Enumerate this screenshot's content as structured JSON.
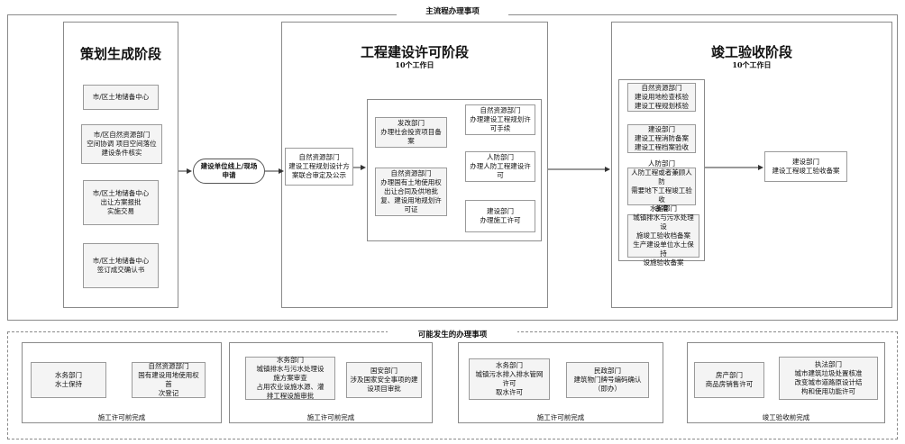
{
  "main_title": "主流程办理事项",
  "planning": {
    "title": "策划生成阶段",
    "items": [
      "市/区土地储备中心",
      "市/区自然资源部门\n空间协调 项目空间落位\n建设条件核实",
      "市/区土地储备中心\n出让方案报批\n实施交易",
      "市/区土地储备中心\n签订成交确认书"
    ]
  },
  "apply_node": "建设单位线上/现场\n申请",
  "permit": {
    "title": "工程建设许可阶段",
    "days": "10个工作日",
    "joint_review": "自然资源部门\n建设工程规划设计方\n案联合审定及公示",
    "left_items": [
      "发改部门\n办理社会投资项目备\n案",
      "自然资源部门\n办理国有土地使用权\n出让合同及供地批\n复、建设用地规划许\n可证"
    ],
    "right_items": [
      "自然资源部门\n办理建设工程规划许\n可手续",
      "人防部门\n办理人防工程建设许\n可",
      "建设部门\n办理施工许可"
    ]
  },
  "acceptance": {
    "title": "竣工验收阶段",
    "days": "10个工作日",
    "items": [
      "自然资源部门\n建设用地检查核验\n建设工程规划核验",
      "建设部门\n建设工程消防备案\n建设工程档案验收",
      "人防部门\n人防工程或者兼顾人防\n需要地下工程竣工验收\n备案",
      "水务部门\n城镇排水与污水处理设\n施竣工验收档备案\n生产建设单位水土保持\n设施验收备案"
    ],
    "final": "建设部门\n建设工程竣工验收备案"
  },
  "possible_title": "可能发生的办理事项",
  "groups": [
    {
      "label": "施工许可前完成",
      "items": [
        "水务部门\n水土保持",
        "自然资源部门\n国有建设用地使用权首\n次登记"
      ]
    },
    {
      "label": "施工许可前完成",
      "items": [
        "水务部门\n城镇排水与污水处理设\n施方案审查\n占用农业设施水源、灌\n排工程设施审批",
        "国安部门\n涉及国家安全事项的建\n设项目审批"
      ]
    },
    {
      "label": "施工许可前完成",
      "items": [
        "水务部门\n城镇污水排入排水管网\n许可\n取水许可",
        "民政部门\n建筑物门牌号编码确认\n（即办）"
      ]
    },
    {
      "label": "竣工验收前完成",
      "items": [
        "房产部门\n商品房销售许可",
        "执法部门\n城市建筑垃圾处置核准\n改变城市道路原设计结\n构和使用功能许可"
      ]
    }
  ]
}
